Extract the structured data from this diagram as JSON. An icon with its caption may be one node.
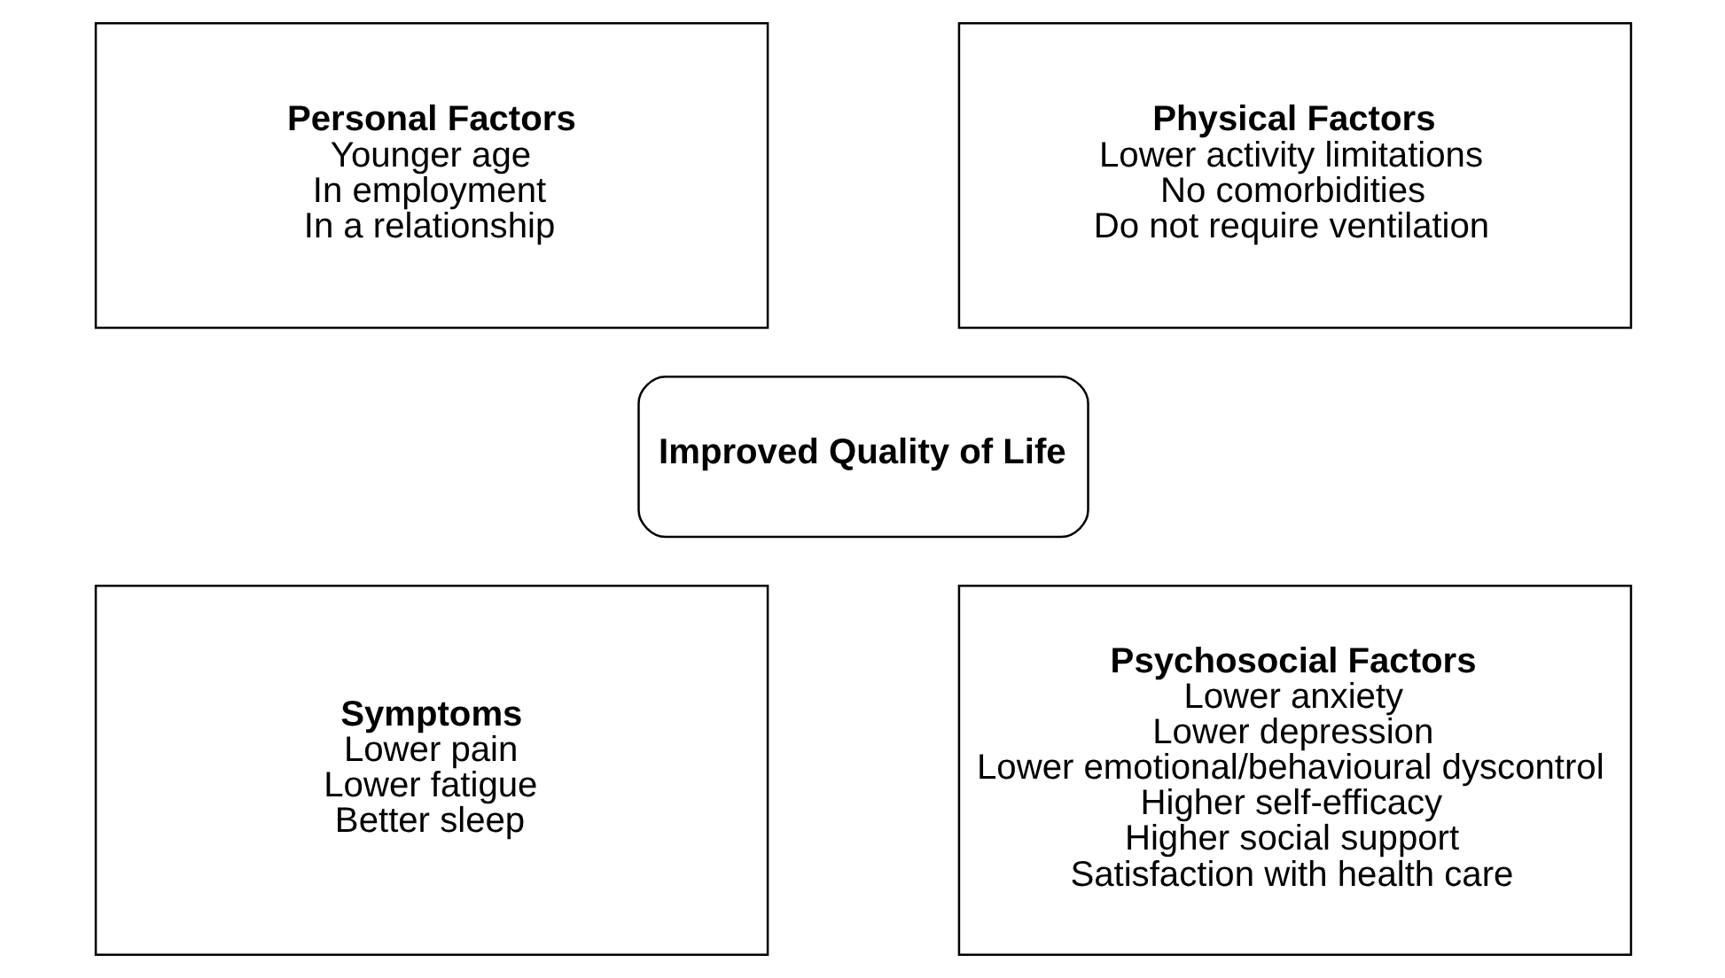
{
  "diagram": {
    "nodes": [
      {
        "text": [
          "Personal Factors",
          "Younger age",
          "In employment",
          "In a relationship"
        ]
      },
      {
        "text": [
          "Physical Factors",
          "Lower activity limitations",
          "No comorbidities",
          "Do not require ventilation"
        ]
      },
      {
        "text": [
          "Improved Quality of Life"
        ]
      },
      {
        "text": [
          "Symptoms",
          "Lower pain",
          "Lower fatigue",
          "Better sleep"
        ]
      },
      {
        "text": [
          "Psychosocial Factors",
          "Lower anxiety",
          "Lower depression",
          "Lower emotional/behavioural dyscontrol",
          "Higher self-efficacy",
          "Higher social support",
          "Satisfaction with health care"
        ]
      }
    ],
    "edges": []
  }
}
